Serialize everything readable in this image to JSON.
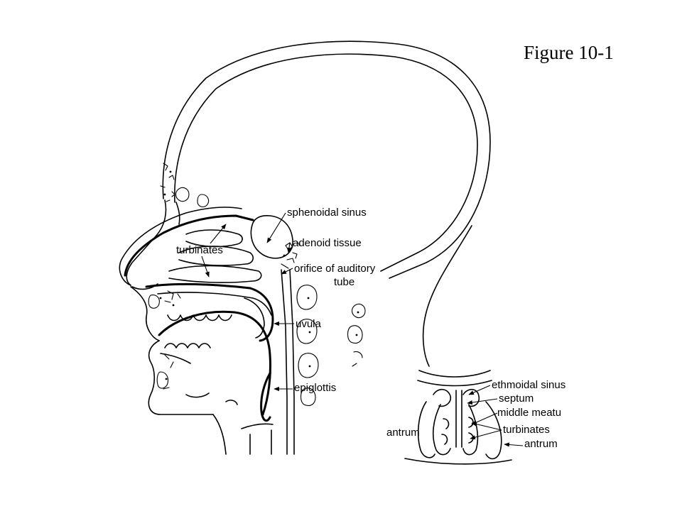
{
  "figure": {
    "title": "Figure 10-1"
  },
  "sagittal_labels": {
    "sphenoidal_sinus": "sphenoidal sinus",
    "adenoid_tissue": "adenoid tissue",
    "turbinates": "turbinates",
    "orifice_of_auditory": "orifice of auditory",
    "tube": "tube",
    "uvula": "uvula",
    "epiglottis": "epiglottis"
  },
  "coronal_labels": {
    "ethmoidal_sinus": "ethmoidal sinus",
    "septum": "septum",
    "middle_meatus": "middle meatu",
    "turbinates": "turbinates",
    "antrum_left": "antrum",
    "antrum_right": "antrum"
  },
  "colors": {
    "ink": "#000000",
    "background": "#ffffff"
  }
}
